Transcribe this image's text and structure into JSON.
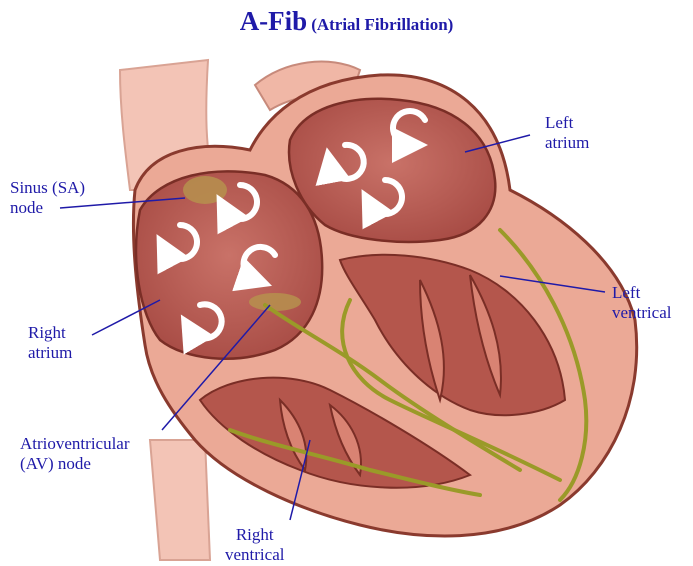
{
  "title": {
    "main": "A-Fib",
    "sub": "(Atrial Fibrillation)"
  },
  "labels": {
    "sinus_line1": "Sinus (SA)",
    "sinus_line2": "node",
    "left_atrium_line1": "Left",
    "left_atrium_line2": "atrium",
    "left_ventrical_line1": "Left",
    "left_ventrical_line2": "ventrical",
    "right_atrium_line1": "Right",
    "right_atrium_line2": "atrium",
    "av_line1": "Atrioventricular",
    "av_line2": "(AV) node",
    "right_ventrical_line1": "Right",
    "right_ventrical_line2": "ventrical"
  },
  "colors": {
    "label": "#1f1aa8",
    "heart_wall": "#e9a08e",
    "heart_outline": "#8a3a2e",
    "chamber": "#c46a60",
    "conduction": "#9a9a28",
    "arrow": "#ffffff"
  }
}
